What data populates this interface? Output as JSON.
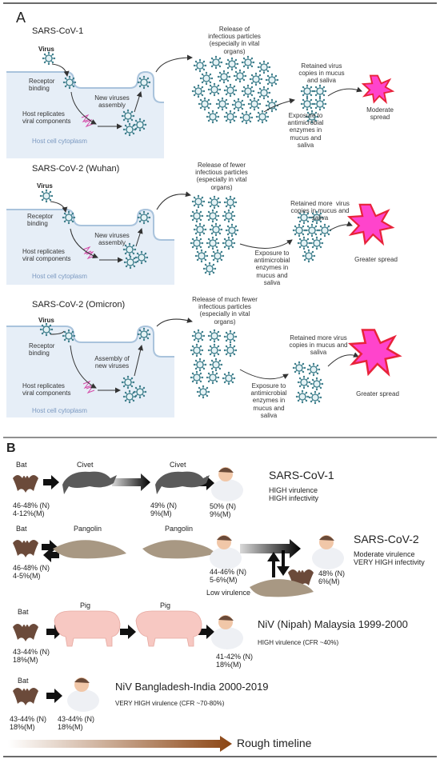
{
  "panel_a": {
    "letter": "A",
    "rows": [
      {
        "title": "SARS-CoV-1",
        "virus": "Virus",
        "receptor_binding": "Receptor\nbinding",
        "host_replicates": "Host replicates\nviral components",
        "assembly": "New viruses\nassembly",
        "cytoplasm": "Host cell cytoplasm",
        "release": "Release of\ninfectious particles\n(especially in vital\norgans)",
        "retained": "Retained virus\ncopies in mucus\nand saliva",
        "exposure": "Exposure to\nantimicrobial\nenzymes in\nmucus and\nsaliva",
        "spread": "Moderate\nspread"
      },
      {
        "title": "SARS-CoV-2 (Wuhan)",
        "virus": "Virus",
        "receptor_binding": "Receptor\nbinding",
        "host_replicates": "Host replicates\nviral components",
        "assembly": "New viruses\nassembly",
        "cytoplasm": "Host cell cytoplasm",
        "release": "Release of fewer\ninfectious particles\n(especially in vital\norgans)",
        "retained": "Retained more  virus\ncopies in mucus and\nsaliva",
        "exposure": "Exposure to\nantimicrobial\nenzymes in\nmucus and\nsaliva",
        "spread": "Greater spread"
      },
      {
        "title": "SARS-CoV-2 (Omicron)",
        "virus": "Virus",
        "receptor_binding": "Receptor\nbinding",
        "host_replicates": "Host replicates\nviral components",
        "assembly": "Assembly of\nnew viruses",
        "cytoplasm": "Host cell cytoplasm",
        "release": "Release of much fewer\ninfectious particles\n(especially in vital\norgans)",
        "retained": "Retained more virus\ncopies in mucus and\nsaliva",
        "exposure": "Exposure to\nantimicrobial\nenzymes in\nmucus and\nsaliva",
        "spread": "Greater spread"
      }
    ]
  },
  "panel_b": {
    "letter": "B",
    "sars1": {
      "bat": "Bat",
      "civet1": "Civet",
      "civet2": "Civet",
      "bat_pct": "46-48% (N)\n4-12%(M)",
      "civet_pct": "49% (N)\n9%(M)",
      "human_pct": "50% (N)\n9%(M)",
      "title": "SARS-CoV-1",
      "desc": "HIGH virulence\nHIGH infectivity"
    },
    "sars2": {
      "bat": "Bat",
      "pangolin1": "Pangolin",
      "pangolin2": "Pangolin",
      "bat_pct": "46-48% (N)\n4-5%(M)",
      "human1_pct": "44-46% (N)\n5-6%(M)",
      "low_virulence": "Low virulence",
      "human2_pct": "48% (N)\n6%(M)",
      "title": "SARS-CoV-2",
      "desc": "Moderate virulence\nVERY HIGH infectivity"
    },
    "niv_my": {
      "bat": "Bat",
      "pig1": "Pig",
      "pig2": "Pig",
      "bat_pct": "43-44% (N)\n18%(M)",
      "human_pct": "41-42% (N)\n18%(M)",
      "title": "NiV (Nipah) Malaysia 1999-2000",
      "desc": "HIGH virulence (CFR ~40%)"
    },
    "niv_bd": {
      "bat": "Bat",
      "bat_pct": "43-44% (N)\n18%(M)",
      "human_pct": "43-44% (N)\n18%(M)",
      "title": "NiV Bangladesh-India 2000-2019",
      "desc": "VERY HIGH virulence (CFR ~70-80%)"
    },
    "timeline": "Rough timeline"
  },
  "colors": {
    "virus_ring": "#3f7f8c",
    "virus_fill": "#e4f1f4",
    "cell": "#e6eef7",
    "starburst_fill": "#ff44cc",
    "starburst_edge": "#e8233a",
    "timeline_start": "#ffffff",
    "timeline_end": "#8b4513"
  }
}
